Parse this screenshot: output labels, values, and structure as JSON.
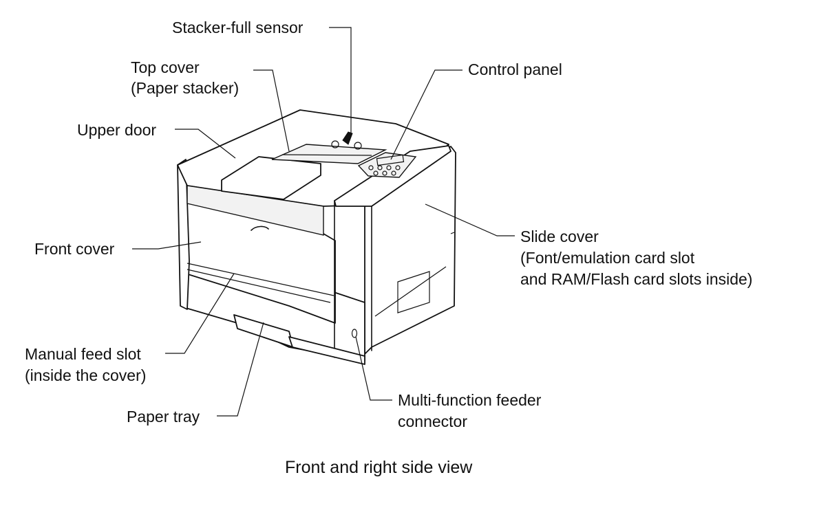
{
  "labels": {
    "stacker_full_sensor": "Stacker-full sensor",
    "top_cover_line1": "Top cover",
    "top_cover_line2": "(Paper stacker)",
    "upper_door": "Upper door",
    "control_panel": "Control panel",
    "front_cover": "Front cover",
    "slide_cover_line1": "Slide cover",
    "slide_cover_line2": "(Font/emulation card slot",
    "slide_cover_line3": "and RAM/Flash card slots inside)",
    "manual_feed_line1": "Manual feed slot",
    "manual_feed_line2": "(inside the cover)",
    "paper_tray": "Paper tray",
    "mff_line1": "Multi-function feeder",
    "mff_line2": "connector"
  },
  "caption": "Front and right side view"
}
